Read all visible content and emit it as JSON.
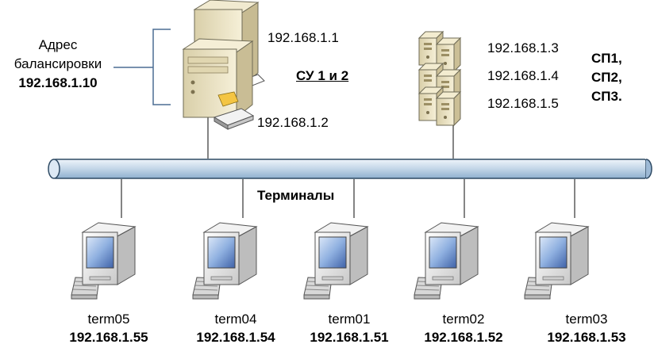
{
  "balancer": {
    "label_line1": "Адрес",
    "label_line2": "балансировки",
    "ip": "192.168.1.10"
  },
  "control_servers": {
    "title": "СУ 1 и 2",
    "ip_1": "192.168.1.1",
    "ip_2": "192.168.1.2"
  },
  "work_servers": {
    "ips": [
      "192.168.1.3",
      "192.168.1.4",
      "192.168.1.5"
    ],
    "names": [
      "СП1,",
      "СП2,",
      "СП3."
    ]
  },
  "bus": {
    "label": "Терминалы"
  },
  "terminals": [
    {
      "name": "term05",
      "ip": "192.168.1.55"
    },
    {
      "name": "term04",
      "ip": "192.168.1.54"
    },
    {
      "name": "term01",
      "ip": "192.168.1.51"
    },
    {
      "name": "term02",
      "ip": "192.168.1.52"
    },
    {
      "name": "term03",
      "ip": "192.168.1.53"
    }
  ],
  "colors": {
    "bus_fill": "#c7d9ea",
    "bus_stroke": "#2e4a64",
    "case": "#efe6c4",
    "screen": "#5a7fbf"
  }
}
